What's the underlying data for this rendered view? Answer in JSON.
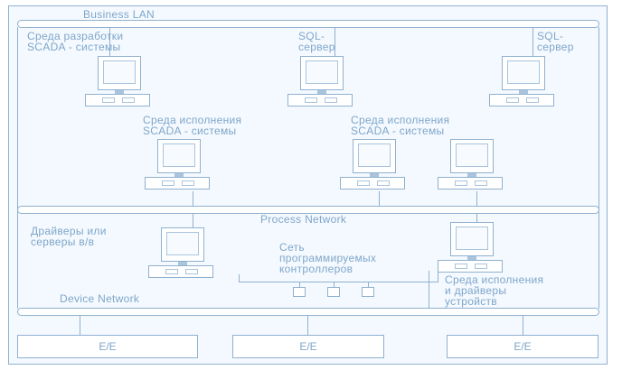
{
  "buses": {
    "business_lan": "Business LAN",
    "process_network": "Process Network",
    "device_network": "Device Network"
  },
  "labels": {
    "scada_dev": "Среда разработки\nSCADA - системы",
    "sql_server_1": "SQL-\nсервер",
    "sql_server_2": "SQL-\nсервер",
    "scada_runtime_1": "Среда исполнения\nSCADA - системы",
    "scada_runtime_2": "Среда исполнения\nSCADA - системы",
    "io_drivers": "Драйверы или\nсерверы в/в",
    "plc_network": "Сеть\nпрограммируемых\nконтроллеров",
    "device_runtime": "Среда исполнения\nи драйверы\nустройств"
  },
  "ee_blocks": [
    "E/E",
    "E/E",
    "E/E"
  ],
  "icons": [
    "computer-icon",
    "controller-icon"
  ],
  "colors": {
    "line": "#8fb1cf",
    "text": "#7fa6c9",
    "background": "#f4f9ff"
  }
}
